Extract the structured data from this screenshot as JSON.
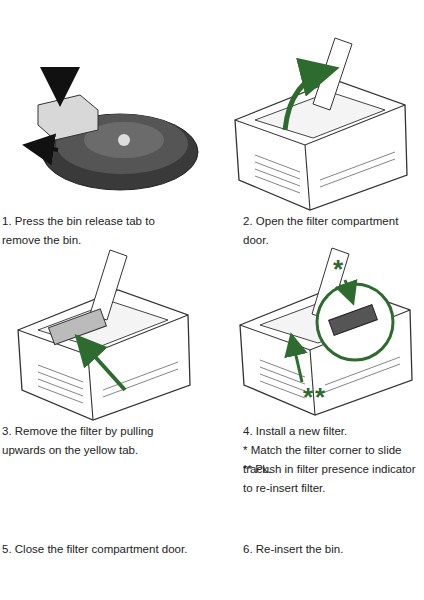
{
  "diagram": {
    "labels": [
      "1. Press the bin release tab to remove the bin.",
      "2. Open the filter compartment door.",
      "3. Remove the filter by pulling upwards on the yellow tab.",
      "4. Install a new filter.",
      "* Match the filter corner to slide track.",
      "** Push in filter presence indicator to re-insert filter.",
      "5. Close the filter compartment door.",
      "6. Re-insert the bin.",
      "*",
      "**"
    ]
  }
}
